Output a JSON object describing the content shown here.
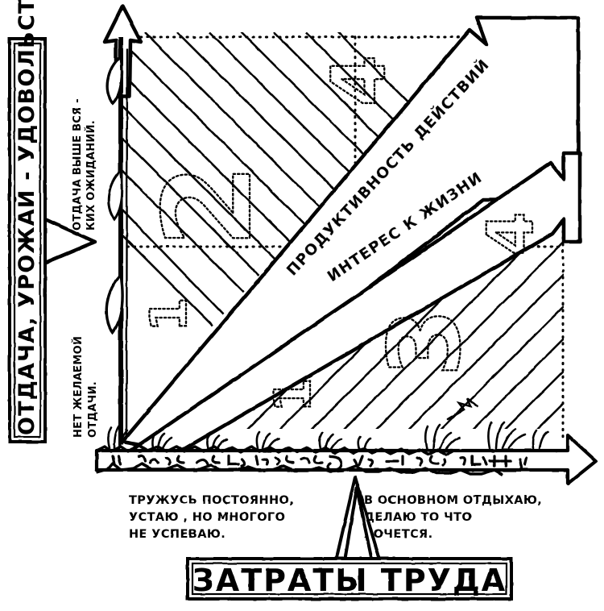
{
  "figure": {
    "kind": "hand-drawn-quadrant-diagram",
    "language": "ru",
    "ink_color": "#000000",
    "paper_color": "#ffffff"
  },
  "axes": {
    "y": {
      "title": "ОТДАЧА, УРОЖАЙ - УДОВОЛЬСТВИЕ",
      "arrow_direction": "up",
      "top_label": "ОТДАЧА ВЫШЕ ВСЯ-\nКИХ ОЖИДАНИЙ.",
      "top_label_line1": "ОТДАЧА ВЫШЕ ВСЯ -",
      "top_label_line2": "КИХ ОЖИДАНИЙ.",
      "bottom_label": "НЕТ ЖЕЛАЕМОЙ\nОТДАЧИ.",
      "bottom_label_line1": "НЕТ ЖЕЛАЕМОЙ",
      "bottom_label_line2": "ОТДАЧИ."
    },
    "x": {
      "title": "ЗАТРАТЫ ТРУДА",
      "arrow_direction": "right",
      "left_label_line1": "ТРУЖУСЬ ПОСТОЯННО,",
      "left_label_line2": "УСТАЮ , НО МНОГОГО",
      "left_label_line3": "НЕ УСПЕВАЮ.",
      "right_label_line1": "В ОСНОВНОМ ОТДЫХАЮ,",
      "right_label_line2": "ДЕЛАЮ ТО ЧТО",
      "right_label_line3": "ХОЧЕТСЯ."
    }
  },
  "diagonals": [
    {
      "id": "productivity",
      "label": "ПРОДУКТИВНОСТЬ ДЕЙСТВИЙ",
      "arrow_direction": "up-right"
    },
    {
      "id": "interest",
      "label": "ИНТЕРЕС  К  ЖИЗНИ",
      "arrow_direction": "up-right"
    }
  ],
  "quadrant_numbers": [
    {
      "id": "num-2",
      "value": "2",
      "region": "upper-left"
    },
    {
      "id": "num-4-top",
      "value": "4",
      "region": "upper-right"
    },
    {
      "id": "num-1-left",
      "value": "1",
      "region": "mid-left"
    },
    {
      "id": "num-1-center",
      "value": "1",
      "region": "lower-center"
    },
    {
      "id": "num-4-right",
      "value": "4",
      "region": "right"
    },
    {
      "id": "num-3",
      "value": "3",
      "region": "lower-right"
    }
  ],
  "chart_data": {
    "type": "scatter",
    "title": "ЗАТРАТЫ ТРУДА vs ОТДАЧА, УРОЖАЙ - УДОВОЛЬСТВИЕ",
    "xlabel": "ЗАТРАТЫ ТРУДА",
    "ylabel": "ОТДАЧА, УРОЖАЙ - УДОВОЛЬСТВИЕ",
    "xlim": [
      0,
      1
    ],
    "ylim": [
      0,
      1
    ],
    "grid": "dotted",
    "legend": "none",
    "x_axis_annotations": [
      "ТРУЖУСЬ ПОСТОЯННО, УСТАЮ , НО МНОГОГО НЕ УСПЕВАЮ.",
      "В ОСНОВНОМ ОТДЫХАЮ, ДЕЛАЮ ТО ЧТО ХОЧЕТСЯ."
    ],
    "y_axis_annotations": [
      "ОТДАЧА ВЫШЕ ВСЯ - КИХ ОЖИДАНИЙ.",
      "НЕТ ЖЕЛАЕМОЙ ОТДАЧИ."
    ],
    "series": [
      {
        "name": "ПРОДУКТИВНОСТЬ ДЕЙСТВИЙ",
        "type": "line",
        "x": [
          0.03,
          0.97
        ],
        "y": [
          0.05,
          0.97
        ]
      },
      {
        "name": "ИНТЕРЕС  К  ЖИЗНИ",
        "type": "line",
        "x": [
          0.03,
          0.97
        ],
        "y": [
          0.0,
          0.72
        ]
      }
    ],
    "region_labels": [
      {
        "label": "2",
        "x": 0.22,
        "y": 0.78
      },
      {
        "label": "4",
        "x": 0.58,
        "y": 0.88
      },
      {
        "label": "1",
        "x": 0.13,
        "y": 0.48
      },
      {
        "label": "1",
        "x": 0.42,
        "y": 0.24
      },
      {
        "label": "4",
        "x": 0.9,
        "y": 0.58
      },
      {
        "label": "3",
        "x": 0.78,
        "y": 0.32
      }
    ]
  }
}
